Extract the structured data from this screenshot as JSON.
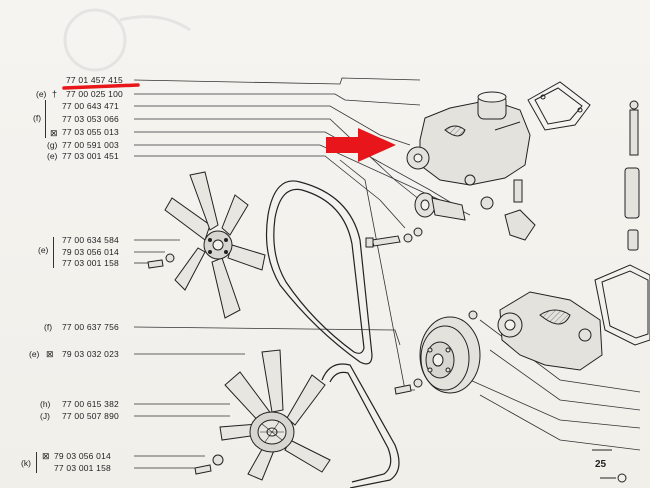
{
  "labels": {
    "p1": "77 01 457 415",
    "p2": "77 00 025 100",
    "p3": "77 00 643 471",
    "p4": "77 03 053 066",
    "p5": "77 03 055 013",
    "p6": "77 00 591 003",
    "p7": "77 03 001 451",
    "p8": "77 00 634 584",
    "p9": "79 03 056 014",
    "p10": "77 03 001 158",
    "p11": "77 00 637 756",
    "p12": "79 03 032 023",
    "p13": "77 00 615 382",
    "p14": "77 00 507 890",
    "p15": "79 03 056 014",
    "p16": "77 03 001 158"
  },
  "groups": {
    "e1": "(e)",
    "f1": "(f)",
    "g1": "(g)",
    "e2": "(e)",
    "e3": "(e)",
    "f2": "(f)",
    "e4": "(e)",
    "h1": "(h)",
    "j1": "(J)",
    "k1": "(k)"
  },
  "page_number": "25",
  "colors": {
    "highlight": "#e8161b",
    "ink": "#2a2a2a",
    "paper": "#f4f2ee"
  }
}
